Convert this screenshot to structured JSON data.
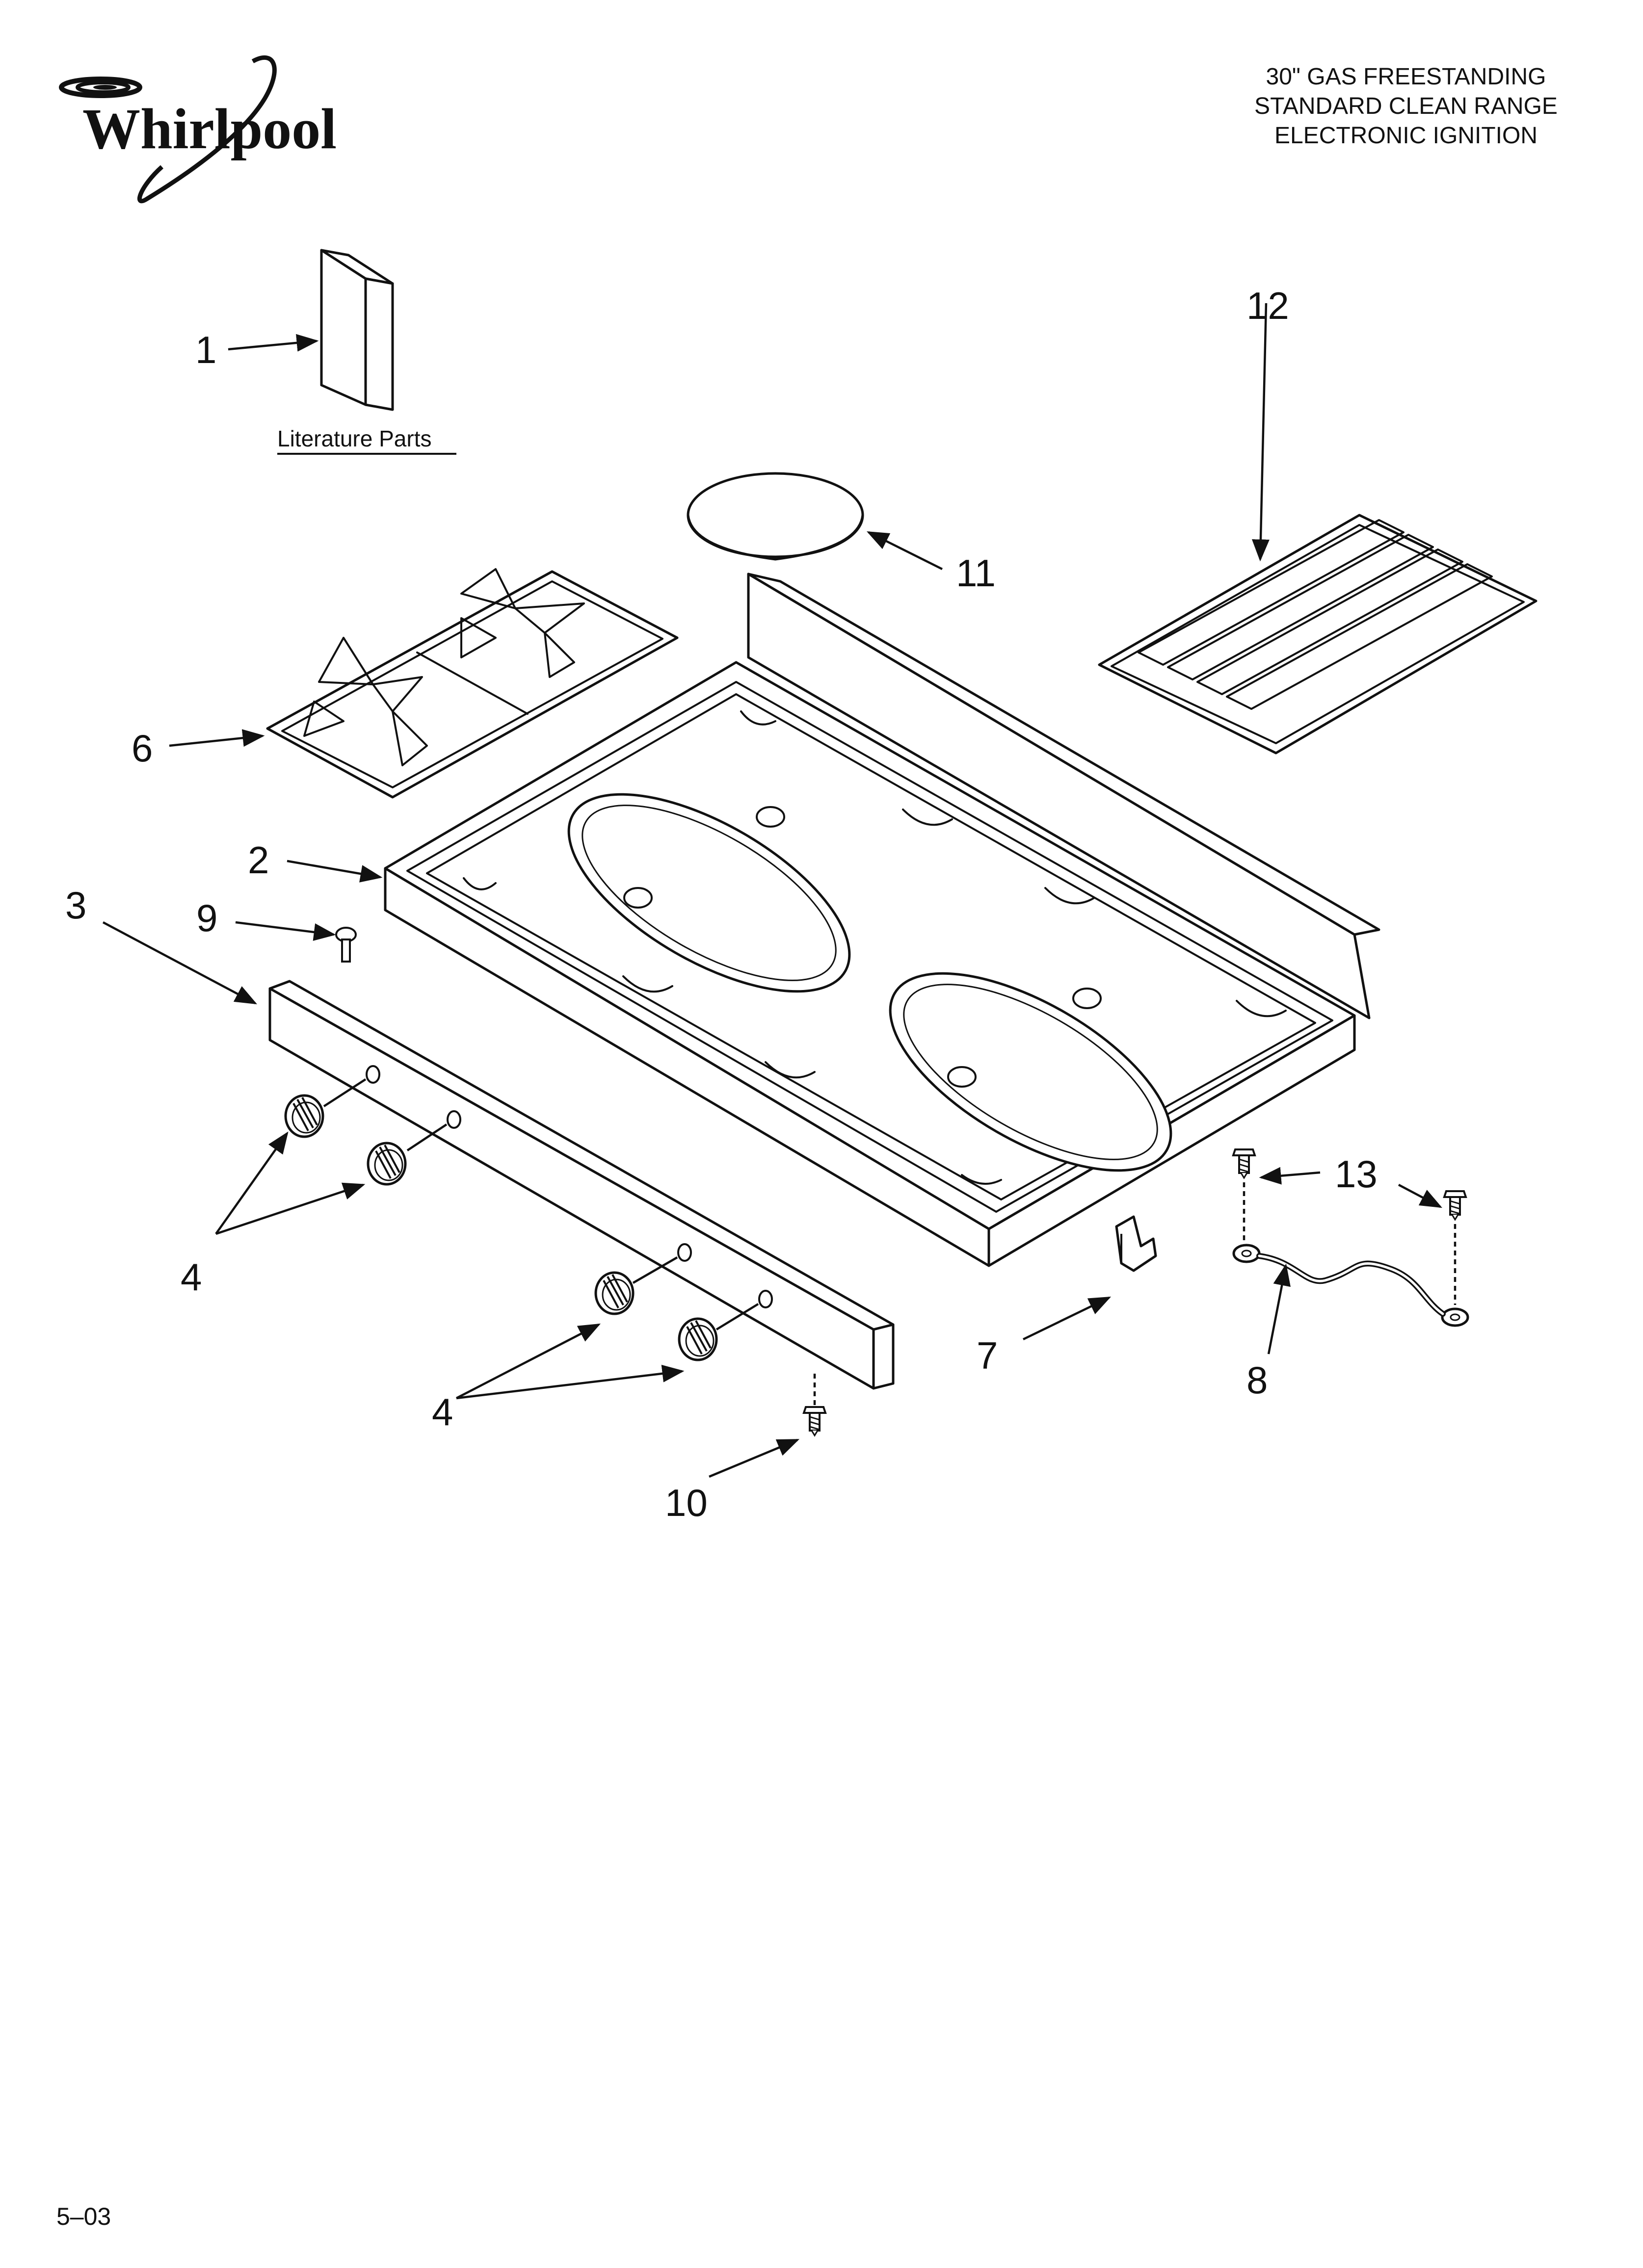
{
  "brand": "Whirlpool",
  "header": {
    "title_lines": [
      "30\" GAS FREESTANDING",
      "STANDARD CLEAN RANGE",
      "ELECTRONIC IGNITION"
    ]
  },
  "literature_label": "Literature Parts",
  "callouts": {
    "c1": "1",
    "c2": "2",
    "c3": "3",
    "c4": "4",
    "c6": "6",
    "c7": "7",
    "c8": "8",
    "c9": "9",
    "c10": "10",
    "c11": "11",
    "c12": "12",
    "c13": "13"
  },
  "footer": {
    "code": "5–03"
  },
  "icons": {
    "logo": "whirlpool-swirl-logo",
    "literature": "literature-booklet-icon",
    "cooktop": "cooktop-panel-icon",
    "control_panel": "control-panel-strip-icon",
    "knob": "control-knob-icon",
    "grate": "burner-grate-icon",
    "griddle_grate": "center-grate-icon",
    "cap": "burner-cap-icon",
    "screw": "screw-icon",
    "clip": "spring-clip-icon",
    "ground_wire": "ground-wire-icon"
  }
}
